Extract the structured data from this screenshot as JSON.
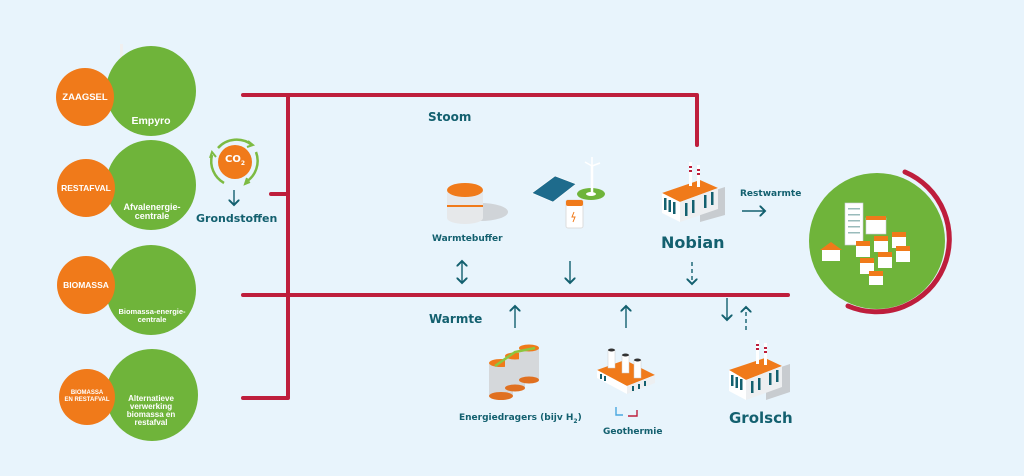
{
  "colors": {
    "background": "#E8F4FC",
    "pipe_red": "#BE1E3C",
    "teal_text": "#13606F",
    "orange": "#F07A1A",
    "green": "#6FB43A",
    "geo_blue": "#4AA8E0"
  },
  "sources": [
    {
      "input": "ZAAGSEL",
      "plant": "Empyro",
      "icon": "factory-icon"
    },
    {
      "input": "RESTAFVAL",
      "plant": "Afvalenergie-\ncentrale",
      "icon": "waste-plant-icon"
    },
    {
      "input": "BIOMASSA",
      "plant": "Biomassa-energie-\ncentrale",
      "icon": "biomass-plant-icon"
    },
    {
      "input": "BIOMASSA\nEN RESTAFVAL",
      "plant": "Alternatieve\nverwerking\nbiomassa en\nrestafval",
      "icon": "factory-icon"
    }
  ],
  "co2": {
    "label": "CO",
    "subscript": "2",
    "output": "Grondstoffen"
  },
  "networks": {
    "steam": "Stoom",
    "heat": "Warmte"
  },
  "nodes": {
    "heat_buffer": "Warmtebuffer",
    "renewables": "",
    "nobian": "Nobian",
    "residual_heat": "Restwarmte",
    "energy_carriers": "Energiedragers (bijv H",
    "energy_carriers_sub": "2",
    "energy_carriers_end": ")",
    "geothermal": "Geothermie",
    "grolsch": "Grolsch"
  }
}
